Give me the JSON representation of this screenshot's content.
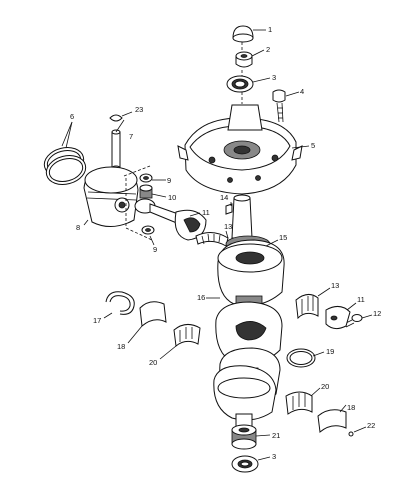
{
  "callouts": {
    "c1": "1",
    "c2": "2",
    "c3": "3",
    "c4": "4",
    "c5": "5",
    "c6": "6",
    "c7": "7",
    "c8": "8",
    "c9a": "9",
    "c9b": "9",
    "c10": "10",
    "c11a": "11",
    "c11b": "11",
    "c12": "12",
    "c13a": "13",
    "c13b": "13",
    "c14": "14",
    "c15": "15",
    "c16": "16",
    "c17": "17",
    "c18a": "18",
    "c18b": "18",
    "c19": "19",
    "c20a": "20",
    "c20b": "20",
    "c21": "21",
    "c22": "22",
    "c23": "23",
    "c3b": "3"
  }
}
